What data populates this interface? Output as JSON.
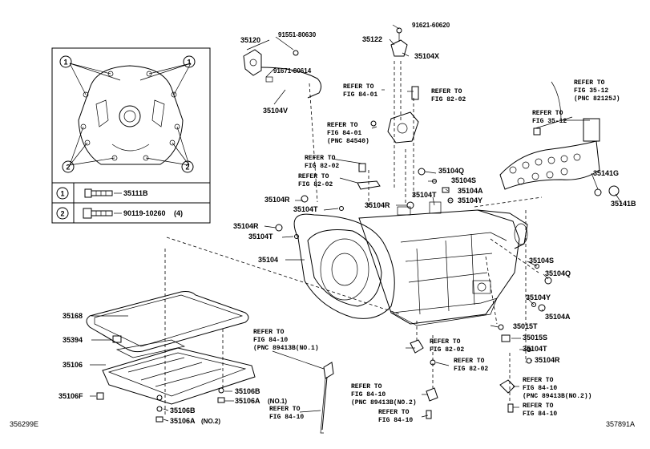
{
  "inset": {
    "markers": [
      "1",
      "2"
    ],
    "rows": [
      {
        "index": "1",
        "part": "35111B",
        "qty": ""
      },
      {
        "index": "2",
        "part": "90119-10260",
        "qty": "(4)"
      }
    ]
  },
  "labels": {
    "p35120": "35120",
    "p91551": "91551-80630",
    "p91671": "91671-80614",
    "p35104V": "35104V",
    "p91621": "91621-60620",
    "p35122": "35122",
    "p35104X": "35104X",
    "p35104Q_top": "35104Q",
    "p35104S_top": "35104S",
    "p35104A_top": "35104A",
    "p35104Y_top": "35104Y",
    "p35104T_mid": "35104T",
    "p35104R_mid": "35104R",
    "p35104R_left1": "35104R",
    "p35104T_left1": "35104T",
    "p35104R_left2": "35104R",
    "p35104T_left2": "35104T",
    "p35104": "35104",
    "p35141G": "35141G",
    "p35141B": "35141B",
    "p35168": "35168",
    "p35394": "35394",
    "p35106": "35106",
    "p35106F": "35106F",
    "p35106B": "35106B",
    "p35106A1": "35106A",
    "p35106A1_note": "(NO.1)",
    "p35106B2": "35106B",
    "p35106A2": "35106A",
    "p35106A2_note": "(NO.2)",
    "p35104S_r": "35104S",
    "p35104Q_r": "35104Q",
    "p35104Y_r": "35104Y",
    "p35104A_r": "35104A",
    "p35015T": "35015T",
    "p35015S": "35015S",
    "p35104T_r": "35104T",
    "p35104R_r": "35104R"
  },
  "refs": {
    "r1": [
      "REFER TO",
      "FIG 84-01"
    ],
    "r2": [
      "REFER TO",
      "FIG 82-02"
    ],
    "r3": [
      "REFER TO",
      "FIG 84-01",
      "(PNC 84540)"
    ],
    "r4": [
      "REFER TO",
      "FIG 35-12",
      "(PNC 82125J)"
    ],
    "r5": [
      "REFER TO",
      "FIG 35-12"
    ],
    "r6": [
      "REFER TO",
      "FIG 82-02"
    ],
    "r7": [
      "REFER TO",
      "FIG 82-02"
    ],
    "r8": [
      "REFER TO",
      "FIG 84-10",
      "(PNC 89413B(NO.1)"
    ],
    "r9": [
      "REFER TO",
      "FIG 84-10"
    ],
    "r10": [
      "REFER TO",
      "FIG 82-02"
    ],
    "r11": [
      "REFER TO",
      "FIG 82-02"
    ],
    "r12": [
      "REFER TO",
      "FIG 84-10",
      "(PNC 89413B(NO.2)"
    ],
    "r13": [
      "REFER TO",
      "FIG 84-10"
    ],
    "r14": [
      "REFER TO",
      "FIG 84-10",
      "(PNC 89413B(NO.2))"
    ],
    "r15": [
      "REFER TO",
      "FIG 84-10"
    ]
  },
  "footer": {
    "left_code": "356299E",
    "right_code": "357891A"
  }
}
